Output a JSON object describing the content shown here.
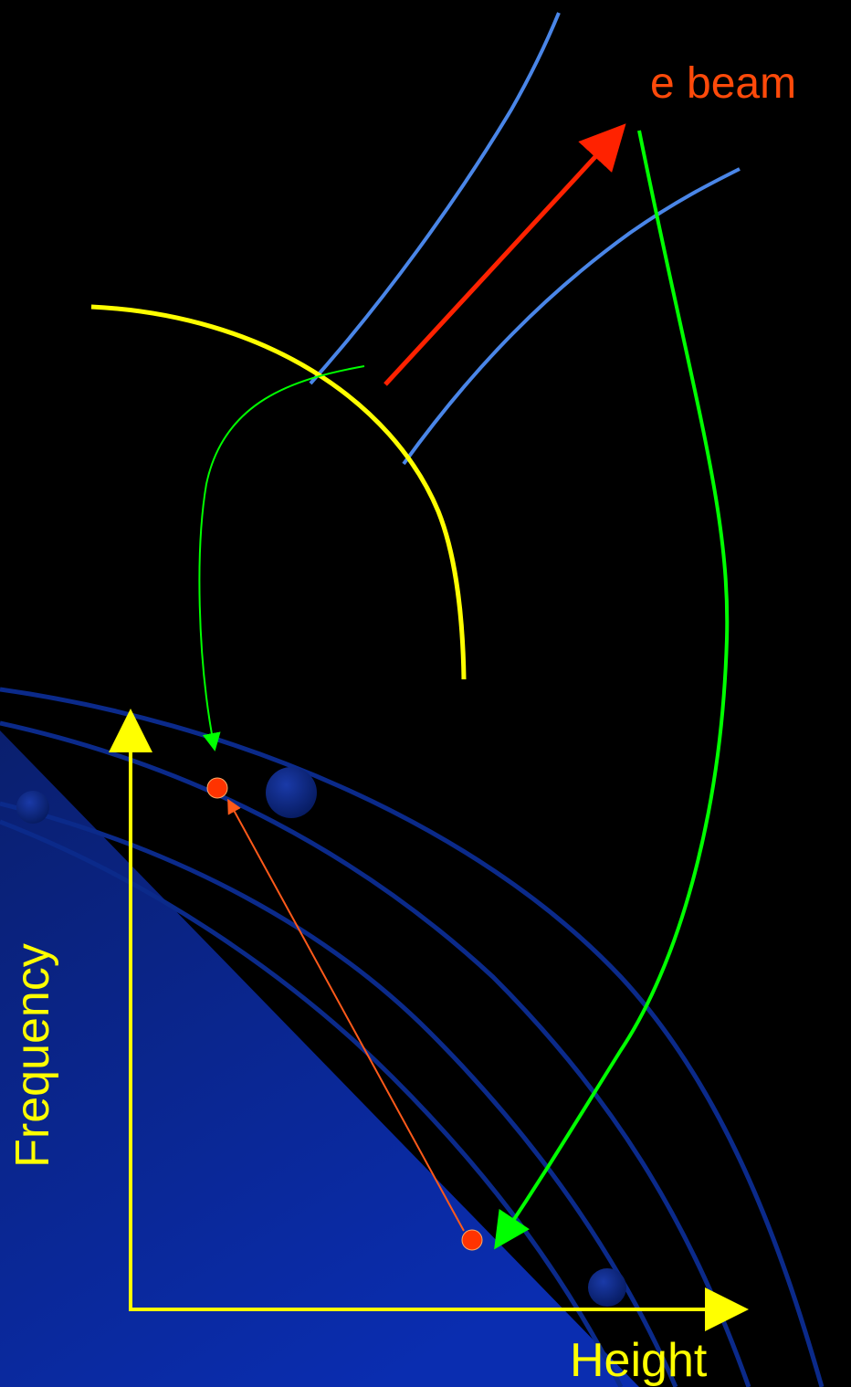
{
  "labels": {
    "beam": "e beam",
    "x_axis": "Height",
    "y_axis": "Frequency"
  },
  "colors": {
    "background": "#000000",
    "beam_label": "#ff4a0a",
    "axis": "#ffff00",
    "shock_front": "#ffff00",
    "field_lines": "#4a86e8",
    "electron_beam": "#ff2200",
    "emission_path": "#00ff00",
    "emission_point": "#ff3300",
    "plasma_curves": "#0b2a8a",
    "plasma_fill": "#0a2aa0"
  }
}
